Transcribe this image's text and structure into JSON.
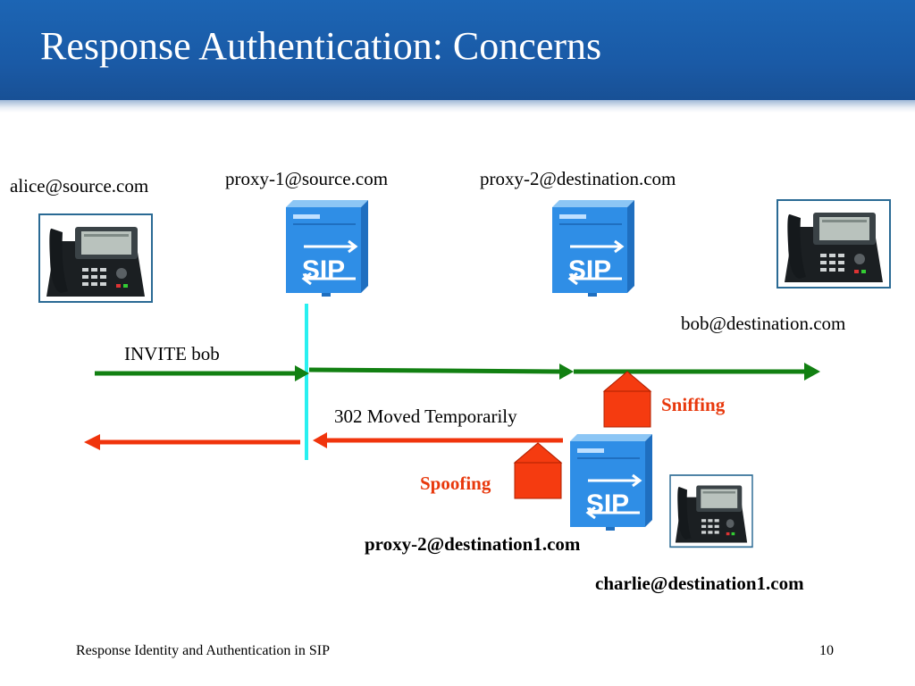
{
  "slide": {
    "title": "Response Authentication: Concerns",
    "footer_text": "Response Identity and Authentication in SIP",
    "page_number": "10"
  },
  "entities": {
    "alice": "alice@source.com",
    "proxy1": "proxy-1@source.com",
    "proxy2": "proxy-2@destination.com",
    "bob": "bob@destination.com",
    "proxy2_attacker": "proxy-2@destination1.com",
    "charlie": "charlie@destination1.com"
  },
  "server_logo_text": "SIP",
  "messages": {
    "invite": "INVITE  bob",
    "moved": "302 Moved Temporarily"
  },
  "attacks": {
    "sniffing": "Sniffing",
    "spoofing": "Spoofing"
  },
  "colors": {
    "header": "#1a5aa6",
    "invite_arrow": "#128012",
    "response_arrow": "#f0340c",
    "attack_arrow": "#f53b10",
    "divider": "#28f0f0",
    "server": "#2f8ee6"
  },
  "icons": [
    "ip-phone-icon",
    "sip-server-icon",
    "up-arrow-icon"
  ]
}
